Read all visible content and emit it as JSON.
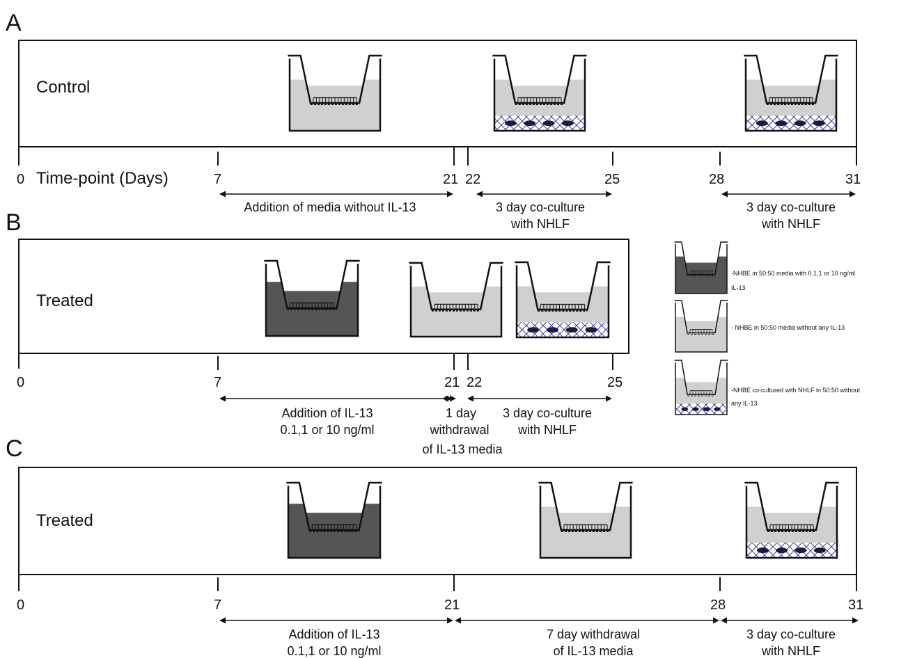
{
  "panels": [
    {
      "letter": "A",
      "label": "Control",
      "tick_labels": {
        "t0": "0",
        "t7": "7",
        "t21": "21",
        "t22": "22",
        "t25": "25",
        "t28": "28",
        "t31": "31"
      },
      "axis_title": "Time-point (Days)",
      "captions": {
        "c1": "Addition of media without IL-13",
        "c2a": "3 day co-culture",
        "c2b": "with NHLF",
        "c3a": "3 day co-culture",
        "c3b": "with NHLF"
      }
    },
    {
      "letter": "B",
      "label": "Treated",
      "tick_labels": {
        "t0": "0",
        "t7": "7",
        "t21": "21",
        "t22": "22",
        "t25": "25"
      },
      "captions": {
        "c1a": "Addition of IL-13",
        "c1b": "0.1,1 or 10 ng/ml",
        "c2a": "1 day",
        "c2b": "withdrawal",
        "c2c": "of IL-13 media",
        "c3a": "3 day co-culture",
        "c3b": "with NHLF"
      }
    },
    {
      "letter": "C",
      "label": "Treated",
      "tick_labels": {
        "t0": "0",
        "t7": "7",
        "t21": "21",
        "t28": "28",
        "t31": "31"
      },
      "captions": {
        "c1a": "Addition of IL-13",
        "c1b": "0.1,1 or 10 ng/ml",
        "c2a": "7 day withdrawal",
        "c2b": "of IL-13 media",
        "c3a": "3 day co-culture",
        "c3b": "with NHLF"
      }
    }
  ],
  "legend": [
    {
      "line1": "-NHBE in 50:50 media with 0.1,1 or 10 ng/ml",
      "line2": "IL-13"
    },
    {
      "line1": "- NHBE in 50:50 media without any IL-13"
    },
    {
      "line1": "-NHBE co-cultured with NHLF in 50:50 without",
      "line2": "any IL-13"
    }
  ],
  "colors": {
    "treated_media": "#555555",
    "plain_media": "#d0d0d0",
    "fibroblast_hatch": "#3a3aa8",
    "outline": "#111111"
  }
}
